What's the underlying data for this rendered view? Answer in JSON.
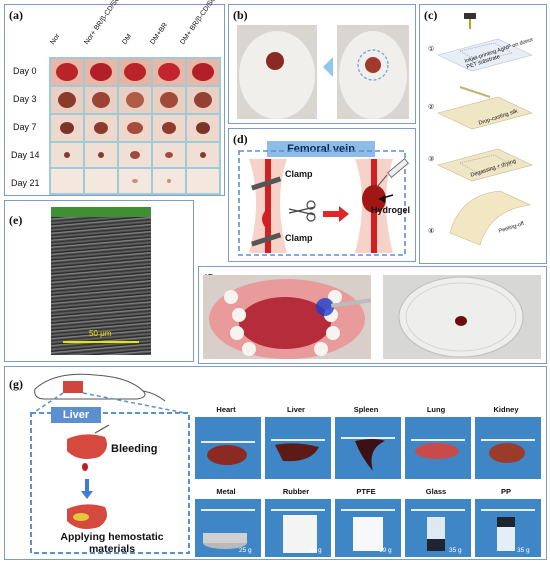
{
  "panels": {
    "a": {
      "label": "(a)",
      "columns": [
        "Nor",
        "Nor+ BR/β-CD/SGP",
        "DM",
        "DM+BR",
        "DM+ BR/β-CD/SGP"
      ],
      "rows": [
        "Day 0",
        "Day 3",
        "Day 7",
        "Day 14",
        "Day 21"
      ]
    },
    "b": {
      "label": "(b)"
    },
    "c": {
      "label": "(c)",
      "steps": [
        {
          "num": "①",
          "text": "Inkjet-printing AgNP on donor PET substrate"
        },
        {
          "num": "②",
          "text": "Drop-casting silk"
        },
        {
          "num": "③",
          "text": "Degassing + drying"
        },
        {
          "num": "④",
          "text": "Peeling-off"
        }
      ]
    },
    "d": {
      "label": "(d)",
      "title": "Femoral vein",
      "clamp_top": "Clamp",
      "clamp_bottom": "Clamp",
      "hydrogel": "Hydrogel"
    },
    "e": {
      "label": "(e)",
      "scale": "50 μm"
    },
    "f": {
      "label": "(f)"
    },
    "g": {
      "label": "(g)",
      "liver_title": "Liver",
      "bleeding": "Bleeding",
      "applying": "Applying hemostatic materials",
      "organs": [
        "Heart",
        "Liver",
        "Spleen",
        "Lung",
        "Kidney"
      ],
      "materials": [
        {
          "name": "Metal",
          "weight": "25 g"
        },
        {
          "name": "Rubber",
          "weight": "56 g"
        },
        {
          "name": "PTFE",
          "weight": "19 g"
        },
        {
          "name": "Glass",
          "weight": "35 g"
        },
        {
          "name": "PP",
          "weight": "35 g"
        }
      ]
    }
  }
}
